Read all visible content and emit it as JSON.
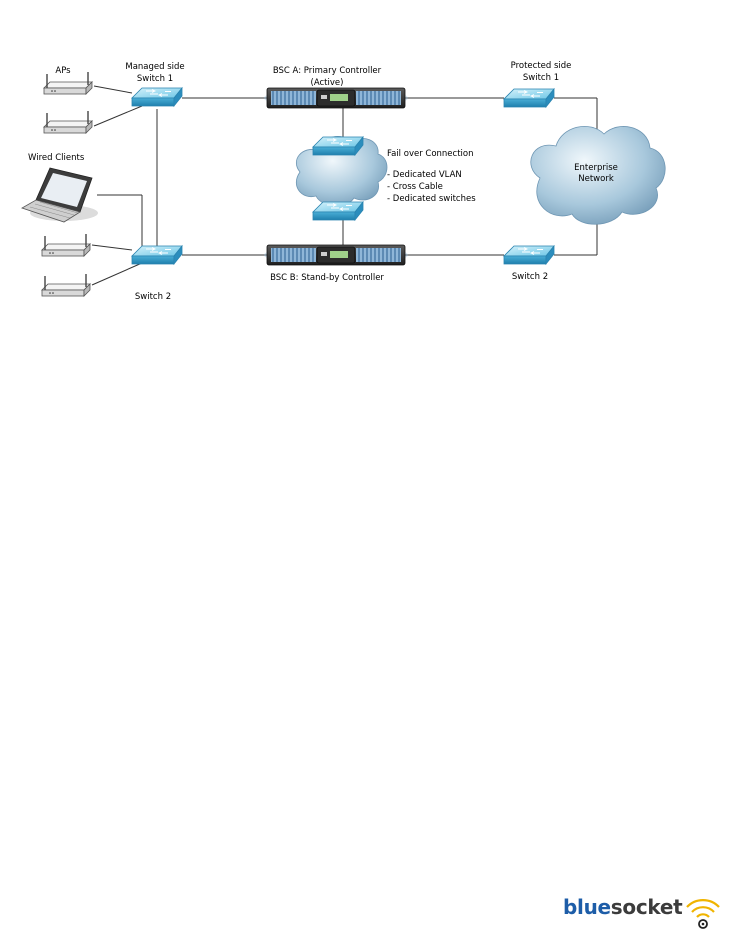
{
  "labels": {
    "aps": "APs",
    "managed_side": "Managed side",
    "managed_switch1": "Switch 1",
    "wired_clients": "Wired Clients",
    "managed_switch2": "Switch 2",
    "bsc_a": "BSC A: Primary Controller",
    "bsc_a_active": "(Active)",
    "bsc_b": "BSC B: Stand-by Controller",
    "failover_title": "Fail over Connection",
    "failover_items": [
      "- Dedicated VLAN",
      "- Cross Cable",
      "- Dedicated switches"
    ],
    "protected_side": "Protected side",
    "protected_switch1": "Switch 1",
    "protected_switch2": "Switch 2",
    "enterprise_line1": "Enterprise",
    "enterprise_line2": "Network"
  },
  "logo": {
    "part1": "blue",
    "part2": "socket",
    "colors": {
      "blue": "#1d5da8",
      "dark": "#3c3c3c",
      "wifi": "#f0b400"
    }
  }
}
